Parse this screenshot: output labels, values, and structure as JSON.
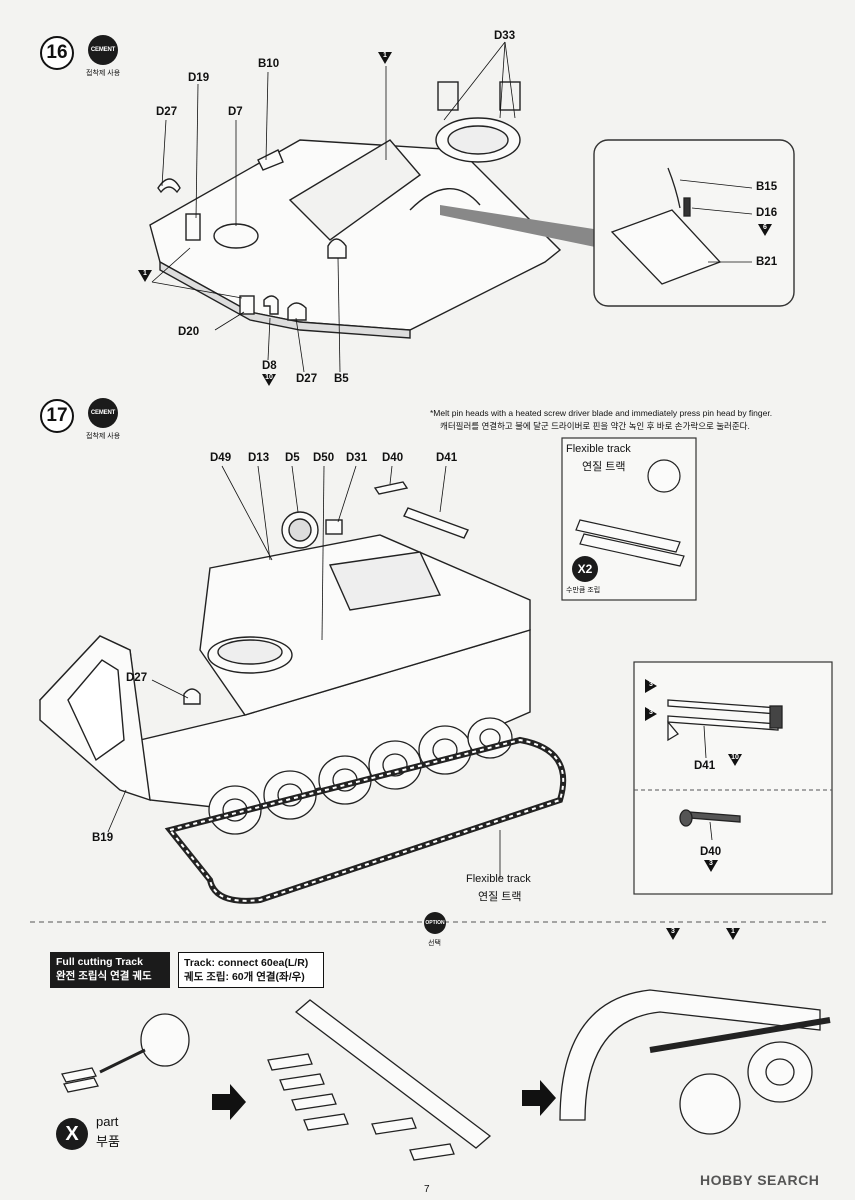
{
  "page_number": "7",
  "step16": {
    "number": "16",
    "cement_label": "CEMENT",
    "cement_ko": "접착제 사용",
    "parts": {
      "d33": "D33",
      "d19": "D19",
      "b10": "B10",
      "d27_top": "D27",
      "d7": "D7",
      "b15": "B15",
      "d16": "D16",
      "b21": "B21",
      "d20": "D20",
      "d8": "D8",
      "d27_bottom": "D27",
      "b5": "B5"
    },
    "markers": {
      "m1_top": "1",
      "m1_left": "1",
      "m6": "6",
      "m10": "10"
    }
  },
  "step17": {
    "number": "17",
    "cement_label": "CEMENT",
    "cement_ko": "접착제 사용",
    "note_en": "*Melt pin heads with a heated screw driver blade and immediately press pin head by finger.",
    "note_ko": "캐터필러를 연결하고 불에 달군 드라이버로 핀을 약간 녹인 후 바로 손가락으로 눌러준다.",
    "parts": {
      "d49": "D49",
      "d13": "D13",
      "d5": "D5",
      "d50": "D50",
      "d31": "D31",
      "d40": "D40",
      "d41": "D41",
      "d27": "D27",
      "b19": "B19",
      "d41_detail": "D41",
      "d40_detail": "D40"
    },
    "flex_inset": {
      "title_en": "Flexible track",
      "title_ko": "연질 트랙",
      "x_label": "X2",
      "x_sub": "수만큼 조립"
    },
    "flex_track_en": "Flexible track",
    "flex_track_ko": "연질 트랙",
    "markers": {
      "m3a": "3",
      "m3b": "3",
      "m10": "10",
      "m3c": "3"
    }
  },
  "option": {
    "badge": "OPTION",
    "badge_ko": "선택",
    "title_en": "Full cutting Track",
    "title_ko": "완전 조립식 연결 궤도",
    "track_en": "Track: connect 60ea(L/R)",
    "track_ko": "궤도 조립: 60개 연결(좌/우)",
    "part_x": "X",
    "part_en": "part",
    "part_ko": "부품",
    "markers": {
      "m3": "3",
      "m1": "1"
    }
  },
  "watermark": {
    "text": "HOBBY SEARCH"
  }
}
